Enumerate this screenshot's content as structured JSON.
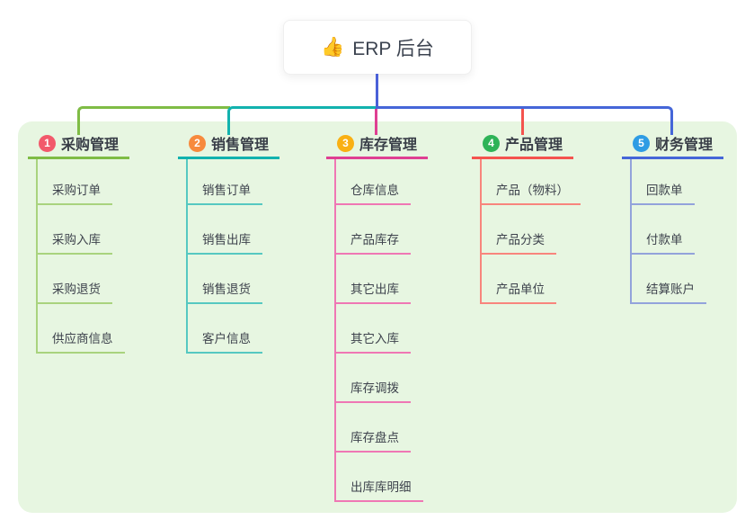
{
  "root": {
    "icon": "👍",
    "label": "ERP 后台"
  },
  "connectors": {
    "root_line_color": "#4A60D8"
  },
  "branches": [
    {
      "num": "1",
      "title": "采购管理",
      "badge_color": "#F2596B",
      "line_color": "#7FBC45",
      "sub_color": "#A9D37E",
      "items": [
        "采购订单",
        "采购入库",
        "采购退货",
        "供应商信息"
      ]
    },
    {
      "num": "2",
      "title": "销售管理",
      "badge_color": "#F78A3D",
      "line_color": "#12B2AE",
      "sub_color": "#56C8C1",
      "items": [
        "销售订单",
        "销售出库",
        "销售退货",
        "客户信息"
      ]
    },
    {
      "num": "3",
      "title": "库存管理",
      "badge_color": "#F9B013",
      "line_color": "#DF3F92",
      "sub_color": "#EF77B4",
      "items": [
        "仓库信息",
        "产品库存",
        "其它出库",
        "其它入库",
        "库存调拨",
        "库存盘点",
        "出库库明细"
      ]
    },
    {
      "num": "4",
      "title": "产品管理",
      "badge_color": "#2EB357",
      "line_color": "#F4534E",
      "sub_color": "#F8857D",
      "items": [
        "产品（物料）",
        "产品分类",
        "产品单位"
      ]
    },
    {
      "num": "5",
      "title": "财务管理",
      "badge_color": "#2E9CE4",
      "line_color": "#4566D8",
      "sub_color": "#93A3DB",
      "items": [
        "回款单",
        "付款单",
        "结算账户"
      ]
    }
  ]
}
